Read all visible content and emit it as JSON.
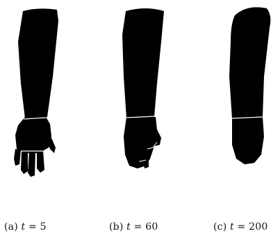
{
  "panels": [
    {
      "tag": "(a)",
      "variable": "t",
      "equals": "=",
      "value": "5"
    },
    {
      "tag": "(b)",
      "variable": "t",
      "equals": "=",
      "value": "60"
    },
    {
      "tag": "(c)",
      "variable": "t",
      "equals": "=",
      "value": "200"
    }
  ],
  "colors": {
    "shape_fill": "#000000",
    "boundary_line": "#ffffff",
    "background": "#ffffff"
  }
}
